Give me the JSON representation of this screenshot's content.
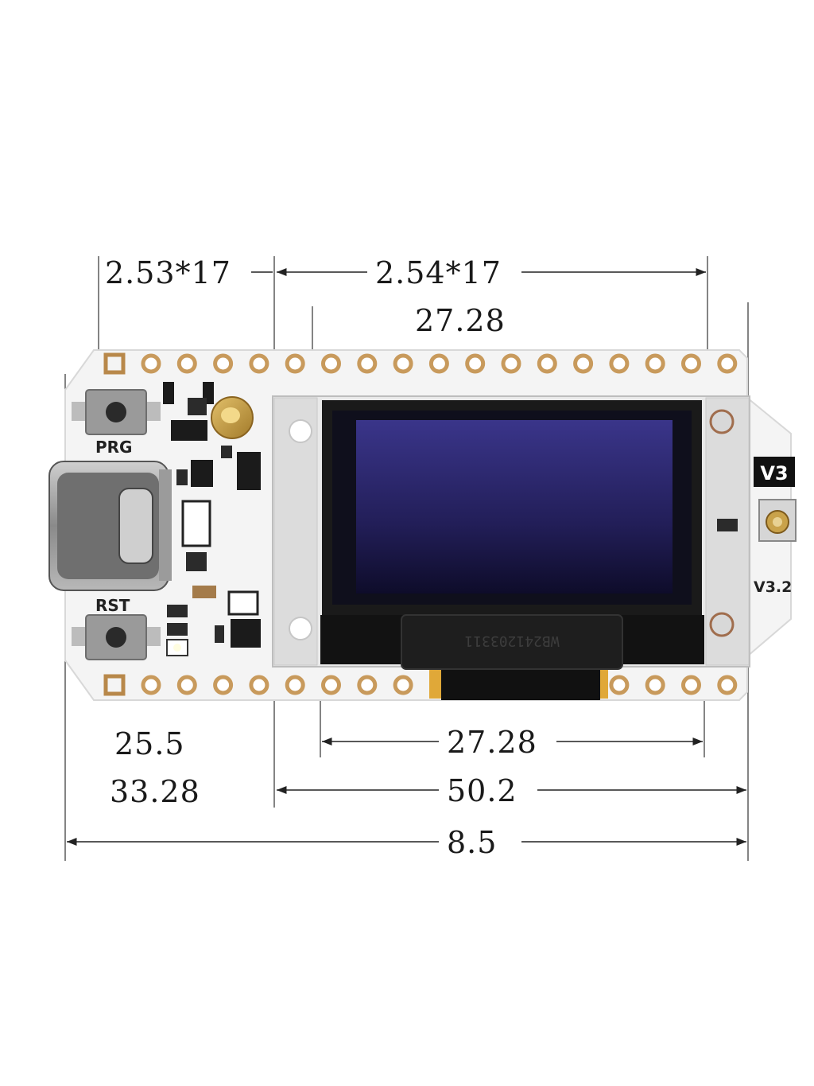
{
  "board": {
    "buttons": {
      "prg": "PRG",
      "rst": "RST"
    },
    "version_badge": "V3",
    "revision": "V3.2",
    "display_marking": "WB241203311",
    "colors": {
      "pcb": "#f4f4f4",
      "display": "#2e2a72",
      "pad": "#c89a5c",
      "antenna_connector": "#c9a24a",
      "flex_tape": "#e0a838"
    }
  },
  "dimensions": {
    "top_left_pitch": "2.53*17",
    "top_right_pitch": "2.54*17",
    "top_display_width": "27.28",
    "bottom_left_upper": "25.5",
    "bottom_left_lower": "33.28",
    "bottom_display_width": "27.28",
    "bottom_span": "50.2",
    "overall": "8.5"
  },
  "icons": {
    "arrow": "arrowhead-icon",
    "pad": "pin-pad-icon",
    "usb": "usb-c-icon"
  }
}
